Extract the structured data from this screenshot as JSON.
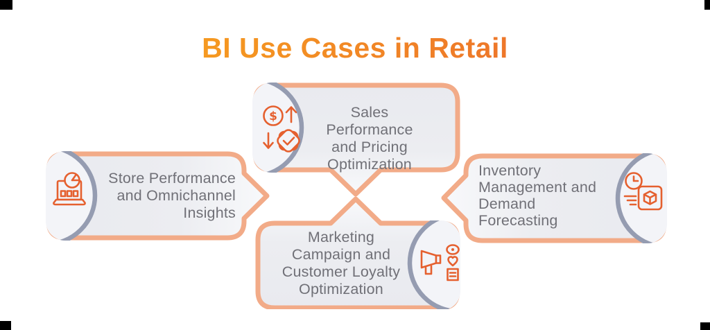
{
  "page": {
    "title": "BI Use Cases in Retail"
  },
  "colors": {
    "title_orange_start": "#F7A01F",
    "title_orange_end": "#EB6C2C",
    "bubble_border": "#F2AB88",
    "bubble_fill": "#EAEBF0",
    "bubble_fill_light": "#F8F9FB",
    "crescent_stroke": "#959CB1",
    "icon_panel_fill": "#F3F4F8",
    "icon_stroke": "#E5602F",
    "label_text": "#707077",
    "corner_marks": "#000000"
  },
  "cards": [
    {
      "id": "sales",
      "position": "top",
      "icon": "pricing-optimization-icon",
      "label": "Sales Performance\nand Pricing\nOptimization"
    },
    {
      "id": "store",
      "position": "left",
      "icon": "store-performance-icon",
      "label": "Store Performance\nand Omnichannel\nInsights"
    },
    {
      "id": "inventory",
      "position": "right",
      "icon": "inventory-forecasting-icon",
      "label": "Inventory\nManagement and\nDemand\nForecasting"
    },
    {
      "id": "marketing",
      "position": "bottom",
      "icon": "marketing-loyalty-icon",
      "label": "Marketing\nCampaign and\nCustomer Loyalty\nOptimization"
    }
  ]
}
